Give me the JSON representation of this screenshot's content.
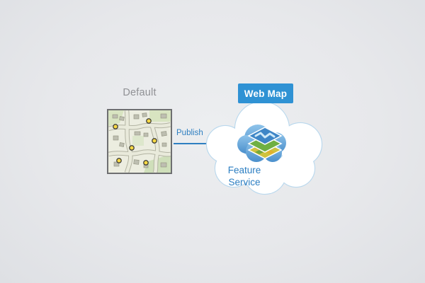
{
  "labels": {
    "default": "Default",
    "publish": "Publish",
    "web_map": "Web Map",
    "feature_service": "Feature Service"
  },
  "colors": {
    "background": "#e8e9eb",
    "accent_blue": "#2e7fc1",
    "badge_blue": "#2f92d4",
    "cloud_stroke": "#b9d8ed",
    "cloud_fill": "#ffffff",
    "inner_cloud_blue": "#5e9fd8",
    "label_gray": "#909195",
    "map_border": "#6e6f71",
    "marker_yellow": "#f8d944",
    "layer_blue": "#3e86c7",
    "layer_green": "#6fb043",
    "layer_checker": "#cfc23f"
  },
  "icons": {
    "map": "street-map-thumbnail",
    "arrow": "publish-arrow",
    "cloud": "cloud-outline",
    "stack": "feature-layers-stack"
  }
}
